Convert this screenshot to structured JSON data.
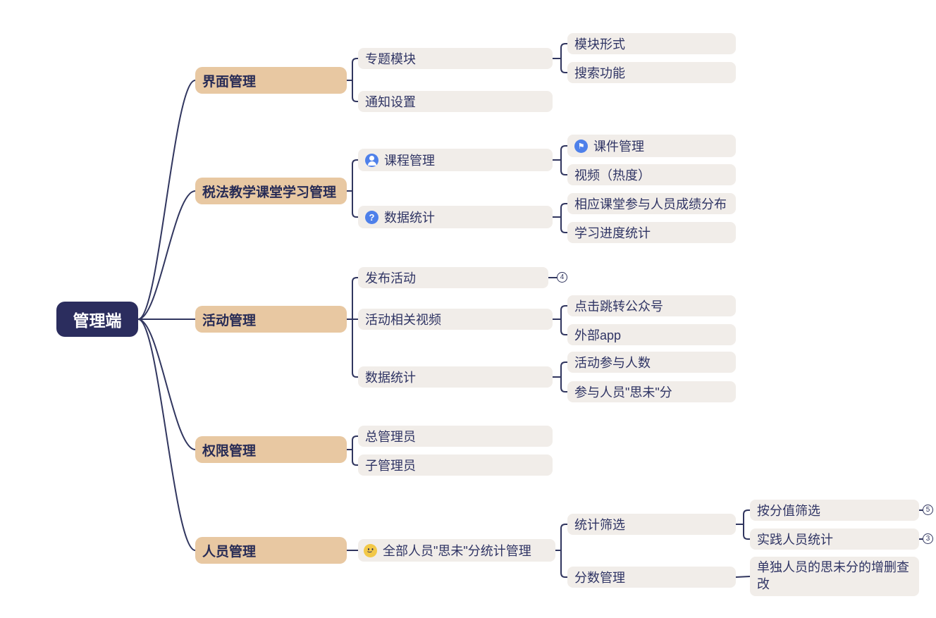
{
  "palette": {
    "root_bg": "#2b2d5e",
    "branch_bg": "#e8c8a2",
    "leaf_bg": "#f1ede9",
    "line": "#31365f",
    "text": "#2f3464",
    "icon_blue": "#4e80ea",
    "smiley_yellow": "#f2c848"
  },
  "nodes": {
    "root": {
      "label": "管理端"
    },
    "ui": {
      "label": "界面管理"
    },
    "topic_module": {
      "label": "专题模块"
    },
    "notify": {
      "label": "通知设置"
    },
    "module_form": {
      "label": "模块形式"
    },
    "search_func": {
      "label": "搜索功能"
    },
    "tax": {
      "label": "税法教学课堂学习管理"
    },
    "course_mgmt": {
      "label": "课程管理",
      "icon": "user-icon"
    },
    "data_stats_course": {
      "label": "数据统计",
      "icon": "question-icon"
    },
    "courseware": {
      "label": "课件管理",
      "icon": "flag-icon"
    },
    "video_heat": {
      "label": "视频（热度）"
    },
    "grade_dist": {
      "label": "相应课堂参与人员成绩分布"
    },
    "progress_stats": {
      "label": "学习进度统计"
    },
    "activity": {
      "label": "活动管理"
    },
    "publish_activity": {
      "label": "发布活动",
      "badge": "4"
    },
    "activity_videos": {
      "label": "活动相关视频"
    },
    "data_stats_activity": {
      "label": "数据统计"
    },
    "jump_official": {
      "label": "点击跳转公众号"
    },
    "external_app": {
      "label": "外部app"
    },
    "participants": {
      "label": "活动参与人数"
    },
    "participant_score": {
      "label": "参与人员\"思未\"分"
    },
    "permission": {
      "label": "权限管理"
    },
    "super_admin": {
      "label": "总管理员"
    },
    "sub_admin": {
      "label": "子管理员"
    },
    "personnel": {
      "label": "人员管理"
    },
    "score_mgmt_all": {
      "label": "全部人员\"思未\"分统计管理",
      "icon": "smiley-icon"
    },
    "stat_filter": {
      "label": "统计筛选"
    },
    "score_mgmt": {
      "label": "分数管理"
    },
    "filter_by_score": {
      "label": "按分值筛选",
      "badge": "5"
    },
    "practice_stats": {
      "label": "实践人员统计",
      "badge": "3"
    },
    "crud_score": {
      "label": "单独人员的思未分的增删查改"
    }
  }
}
